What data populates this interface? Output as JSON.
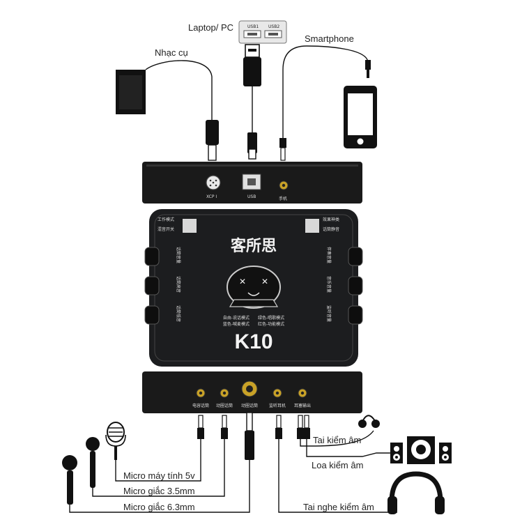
{
  "labels": {
    "laptop": "Laptop/ PC",
    "instrument": "Nhạc cụ",
    "smartphone": "Smartphone",
    "usb1": "USB1",
    "usb2": "USB2",
    "mic_5v": "Micro máy tính 5v",
    "mic_35": "Micro giắc 3.5mm",
    "mic_63": "Micro giắc 6.3mm",
    "headset_monitor": "Tai kiểm âm",
    "speaker_monitor": "Loa kiểm âm",
    "headphone_monitor": "Tai nghe kiểm âm"
  },
  "device": {
    "brand": "客所思",
    "model": "K10",
    "top_ports": [
      "XCP I",
      "USB",
      "手机"
    ],
    "front_ports": [
      "电容话筒",
      "动圈话筒",
      "动圈话筒",
      "监听耳机",
      "耳塞输出"
    ],
    "left_switches": [
      "工作模式",
      "混音开关"
    ],
    "right_switches": [
      "效果神类",
      "话筒静音"
    ],
    "left_knobs": [
      "话筒音量",
      "话筒高音",
      "话筒低音"
    ],
    "right_knobs": [
      "伴奏音量",
      "音乐音量",
      "监听音量"
    ],
    "mode_text": [
      "自由-说话模式　　绿色-唱歌模式",
      "蓝色-喊麦模式　　红色-功能模式"
    ]
  }
}
